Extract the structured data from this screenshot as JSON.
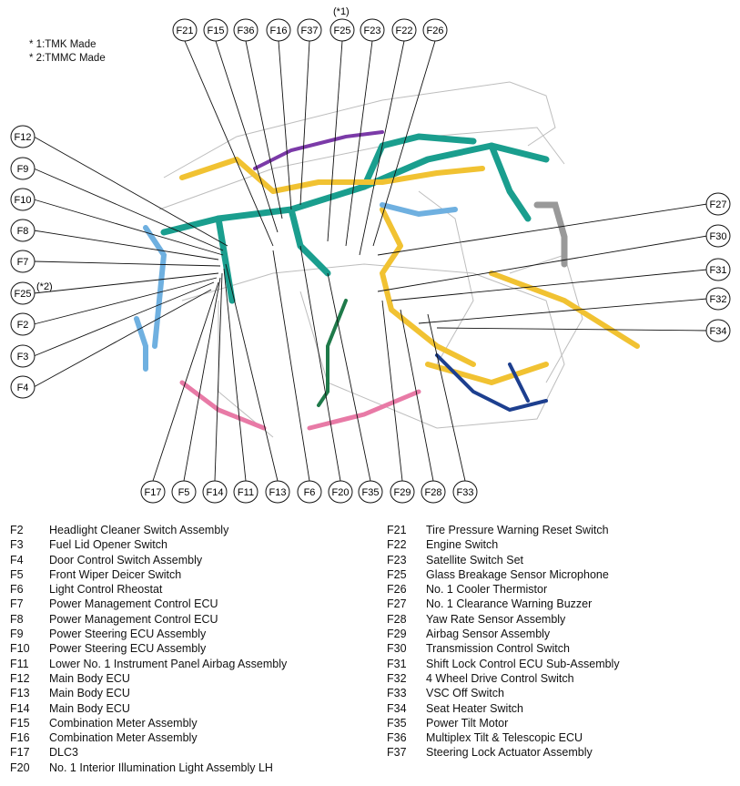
{
  "notes": [
    "* 1:TMK Made",
    "* 2:TMMC Made"
  ],
  "callouts": {
    "top": [
      "F21",
      "F15",
      "F36",
      "F16",
      "F37",
      "F25",
      "F23",
      "F22",
      "F26"
    ],
    "top_note": "(*1)",
    "left": [
      "F12",
      "F9",
      "F10",
      "F8",
      "F7",
      "F25",
      "F2",
      "F3",
      "F4"
    ],
    "left_note": "(*2)",
    "right": [
      "F27",
      "F30",
      "F31",
      "F32",
      "F34"
    ],
    "bottom": [
      "F17",
      "F5",
      "F14",
      "F11",
      "F13",
      "F6",
      "F20",
      "F35",
      "F29",
      "F28",
      "F33"
    ]
  },
  "legend_left": [
    {
      "code": "F2",
      "label": "Headlight Cleaner Switch Assembly"
    },
    {
      "code": "F3",
      "label": "Fuel Lid Opener Switch"
    },
    {
      "code": "F4",
      "label": "Door Control Switch Assembly"
    },
    {
      "code": "F5",
      "label": "Front Wiper Deicer Switch"
    },
    {
      "code": "F6",
      "label": "Light Control Rheostat"
    },
    {
      "code": "F7",
      "label": "Power Management Control ECU"
    },
    {
      "code": "F8",
      "label": "Power Management Control ECU"
    },
    {
      "code": "F9",
      "label": "Power Steering ECU Assembly"
    },
    {
      "code": "F10",
      "label": "Power Steering ECU Assembly"
    },
    {
      "code": "F11",
      "label": "Lower No. 1 Instrument Panel Airbag Assembly"
    },
    {
      "code": "F12",
      "label": "Main Body ECU"
    },
    {
      "code": "F13",
      "label": "Main Body ECU"
    },
    {
      "code": "F14",
      "label": "Main Body ECU"
    },
    {
      "code": "F15",
      "label": "Combination Meter Assembly"
    },
    {
      "code": "F16",
      "label": "Combination Meter Assembly"
    },
    {
      "code": "F17",
      "label": "DLC3"
    },
    {
      "code": "F20",
      "label": "No. 1 Interior Illumination Light Assembly LH"
    }
  ],
  "legend_right": [
    {
      "code": "F21",
      "label": "Tire Pressure Warning Reset Switch"
    },
    {
      "code": "F22",
      "label": "Engine Switch"
    },
    {
      "code": "F23",
      "label": "Satellite Switch Set"
    },
    {
      "code": "F25",
      "label": "Glass Breakage Sensor Microphone"
    },
    {
      "code": "F26",
      "label": "No. 1 Cooler Thermistor"
    },
    {
      "code": "F27",
      "label": "No. 1 Clearance Warning Buzzer"
    },
    {
      "code": "F28",
      "label": "Yaw Rate Sensor Assembly"
    },
    {
      "code": "F29",
      "label": "Airbag Sensor Assembly"
    },
    {
      "code": "F30",
      "label": "Transmission Control Switch"
    },
    {
      "code": "F31",
      "label": "Shift Lock Control ECU Sub-Assembly"
    },
    {
      "code": "F32",
      "label": "4 Wheel Drive Control Switch"
    },
    {
      "code": "F33",
      "label": "VSC Off Switch"
    },
    {
      "code": "F34",
      "label": "Seat Heater Switch"
    },
    {
      "code": "F35",
      "label": "Power Tilt Motor"
    },
    {
      "code": "F36",
      "label": "Multiplex Tilt & Telescopic ECU"
    },
    {
      "code": "F37",
      "label": "Steering Lock Actuator Assembly"
    }
  ],
  "colors": {
    "harness_teal": "#1a9e8e",
    "harness_yellow": "#f1c232",
    "harness_pink": "#e87aa6",
    "harness_blue": "#6fb0e0",
    "harness_navy": "#1d3f8f",
    "harness_green": "#1f7a4a",
    "harness_purple": "#7b3aa8",
    "harness_orange": "#f0a020",
    "outline": "#b8b8b8"
  }
}
